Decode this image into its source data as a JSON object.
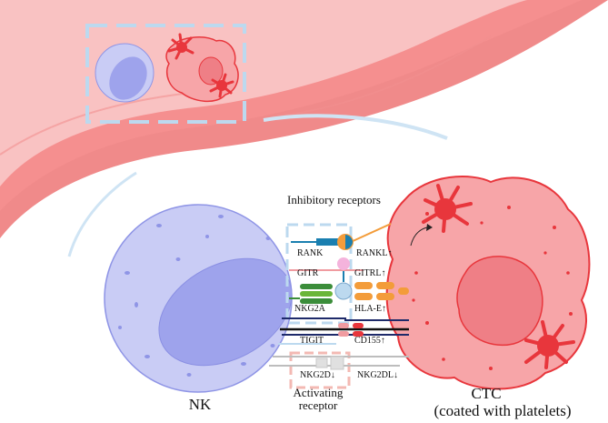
{
  "labels": {
    "inhibitory": "Inhibitory receptors",
    "activating": "Activating receptor",
    "nk": "NK",
    "ctc": "CTC",
    "ctc_sub": "(coated with platelets)",
    "rank": "RANK",
    "rankl": "RANKL↑",
    "gitr": "GITR",
    "gitrl": "GITRL↑",
    "nkg2a": "NKG2A",
    "hlae": "HLA-E↑",
    "tigit": "TIGIT",
    "cd155": "CD155↑",
    "nkg2d": "NKG2D↓",
    "nkg2dl": "NKG2DL↓"
  },
  "colors": {
    "vessel_outer": "#f08a8a",
    "vessel_inner": "#f9c2c2",
    "nk_fill": "#c9ccf5",
    "nk_nucleus": "#9ea3ec",
    "ctc_fill": "#f7a5a8",
    "ctc_nucleus": "#ef7f86",
    "platelet": "#e8363c",
    "dashed_box": "#bcd9ef",
    "activating_box": "#f3b9b3"
  }
}
